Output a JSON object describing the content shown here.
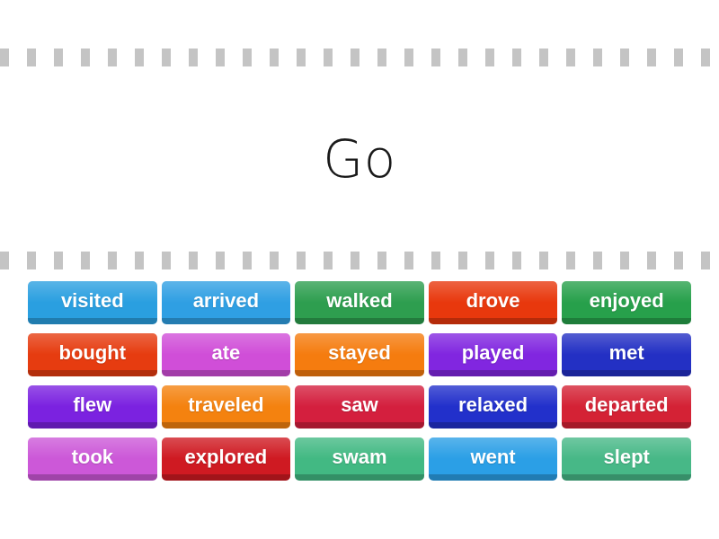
{
  "activity": {
    "prompt": "Go"
  },
  "dividers": {
    "dash_color": "#c4c4c4",
    "top_label": "dashed-divider-top",
    "bottom_label": "dashed-divider-bottom"
  },
  "tiles": {
    "text_color": "#ffffff",
    "rows": [
      [
        {
          "label": "visited",
          "color": "#2a9fe0"
        },
        {
          "label": "arrived",
          "color": "#2f9fe3"
        },
        {
          "label": "walked",
          "color": "#2e9e4f"
        },
        {
          "label": "drove",
          "color": "#e8380d"
        },
        {
          "label": "enjoyed",
          "color": "#27a04b"
        }
      ],
      [
        {
          "label": "bought",
          "color": "#e63c10"
        },
        {
          "label": "ate",
          "color": "#d04ed8"
        },
        {
          "label": "stayed",
          "color": "#f57c0f"
        },
        {
          "label": "played",
          "color": "#8126e0"
        },
        {
          "label": "met",
          "color": "#2330c4"
        }
      ],
      [
        {
          "label": "flew",
          "color": "#7b22e0"
        },
        {
          "label": "traveled",
          "color": "#f4820f"
        },
        {
          "label": "saw",
          "color": "#d41f3e"
        },
        {
          "label": "relaxed",
          "color": "#2230cb"
        },
        {
          "label": "departed",
          "color": "#d42235"
        }
      ],
      [
        {
          "label": "took",
          "color": "#cc58d8"
        },
        {
          "label": "explored",
          "color": "#cf1a22"
        },
        {
          "label": "swam",
          "color": "#42b983"
        },
        {
          "label": "went",
          "color": "#2b9fe6"
        },
        {
          "label": "slept",
          "color": "#47b887"
        }
      ]
    ]
  }
}
